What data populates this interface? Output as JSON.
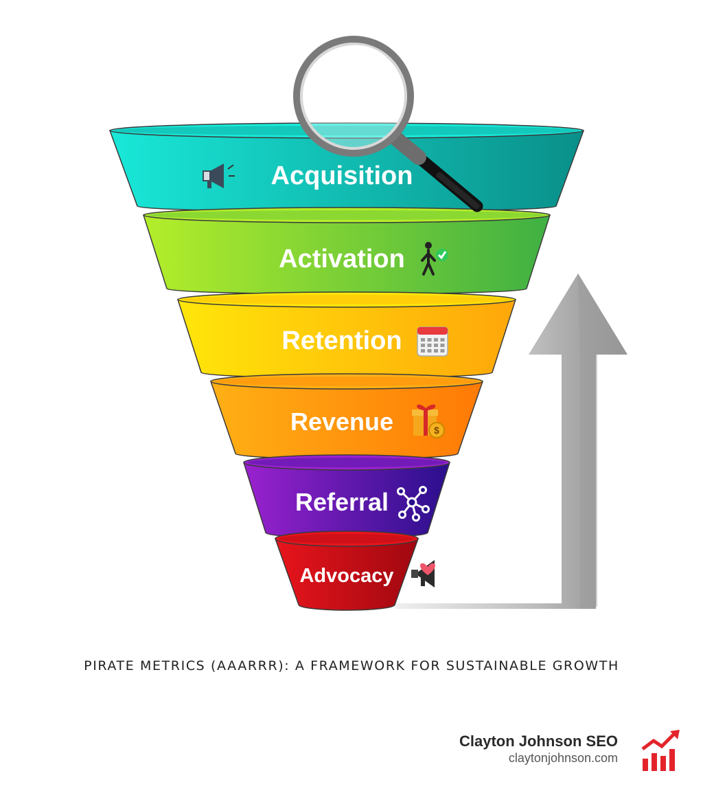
{
  "stages": [
    {
      "label": "Acquisition",
      "icon": "megaphone-icon",
      "colors": [
        "#19e8d8",
        "#0a8f8a"
      ]
    },
    {
      "label": "Activation",
      "icon": "walking-person-check-icon",
      "colors": [
        "#b4ee2a",
        "#3fb043"
      ]
    },
    {
      "label": "Retention",
      "icon": "calendar-icon",
      "colors": [
        "#ffe60a",
        "#ffa70a"
      ]
    },
    {
      "label": "Revenue",
      "icon": "gift-money-icon",
      "colors": [
        "#ffb015",
        "#ff7a05"
      ]
    },
    {
      "label": "Referral",
      "icon": "network-icon",
      "colors": [
        "#9a22cf",
        "#2a0f8c"
      ]
    },
    {
      "label": "Advocacy",
      "icon": "heart-megaphone-icon",
      "colors": [
        "#e8141c",
        "#a00810"
      ]
    }
  ],
  "caption": "PIRATE METRICS (AAARRR): A FRAMEWORK FOR SUSTAINABLE GROWTH",
  "brand": {
    "name": "Clayton Johnson SEO",
    "url": "claytonjohnson.com",
    "logo_color": "#e3242b"
  },
  "arrow_color": "#bdbdbd"
}
